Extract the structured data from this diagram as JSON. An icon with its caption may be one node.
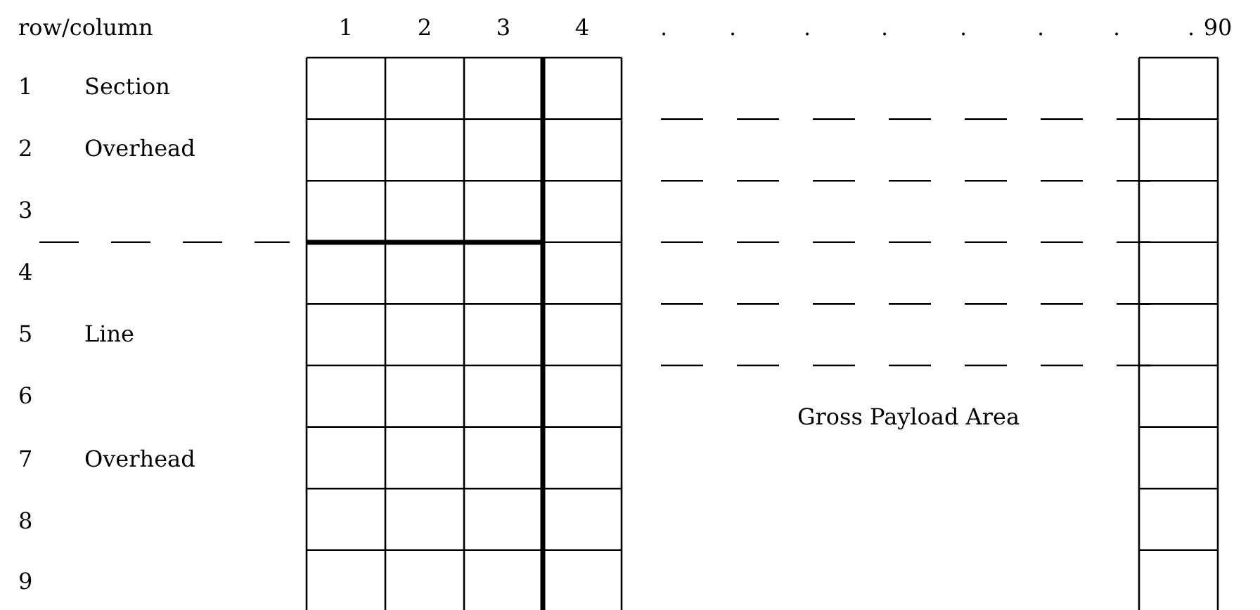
{
  "diagram": {
    "labels": [
      "row/column",
      "1",
      "2",
      "3",
      "4",
      ".",
      ".",
      ".",
      ".",
      ".",
      ".",
      ".",
      ".",
      "90",
      "1",
      "Section",
      "2",
      "Overhead",
      "3",
      "4",
      "5",
      "Line",
      "6",
      "Gross Payload Area",
      "7",
      "Overhead",
      "8",
      "9"
    ]
  }
}
